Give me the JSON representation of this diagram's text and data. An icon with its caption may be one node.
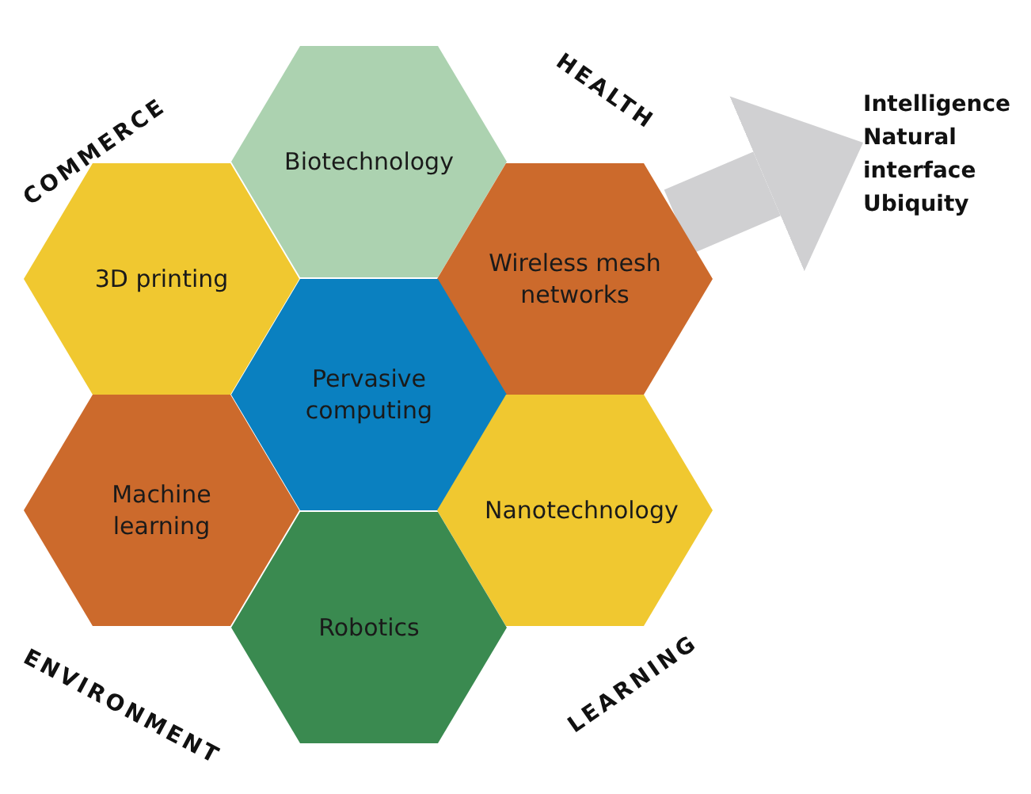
{
  "diagram": {
    "nodes": [
      {
        "text": [
          "Biotechnology"
        ]
      },
      {
        "text": [
          "3D printing"
        ]
      },
      {
        "text": [
          "Wireless mesh networks"
        ]
      },
      {
        "text": [
          "Pervasive computing"
        ]
      },
      {
        "text": [
          "Machine learning"
        ]
      },
      {
        "text": [
          "Nanotechnology"
        ]
      },
      {
        "text": [
          "Robotics"
        ]
      },
      {
        "text": [
          "Intelligence",
          "Natural interface",
          "Ubiquity"
        ]
      }
    ],
    "edges": [
      {
        "from": 2,
        "to": 7,
        "arrow": "to"
      }
    ],
    "labels": [
      "COMMERCE",
      "HEALTH",
      "ENVIRONMENT",
      "LEARNING"
    ]
  }
}
